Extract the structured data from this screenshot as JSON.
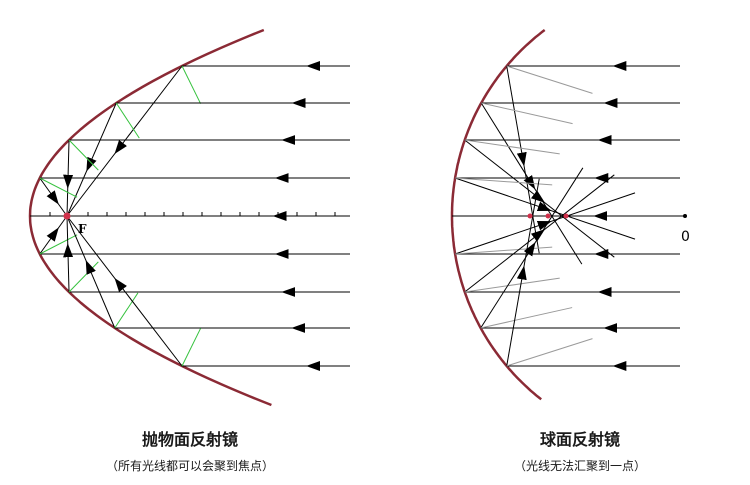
{
  "left_panel": {
    "focus_label": "F",
    "caption_title": "抛物面反射镜",
    "caption_subtitle": "（所有光线都可以会聚到焦点）"
  },
  "right_panel": {
    "origin_label": "0",
    "caption_title": "球面反射镜",
    "caption_subtitle": "（光线无法汇聚到一点）"
  },
  "colors": {
    "mirror": "#8b2a35",
    "ray": "#000000",
    "normal_line": "#36c23e",
    "reflected_gray": "#9a9a9a",
    "focus_point": "#d0304a"
  }
}
